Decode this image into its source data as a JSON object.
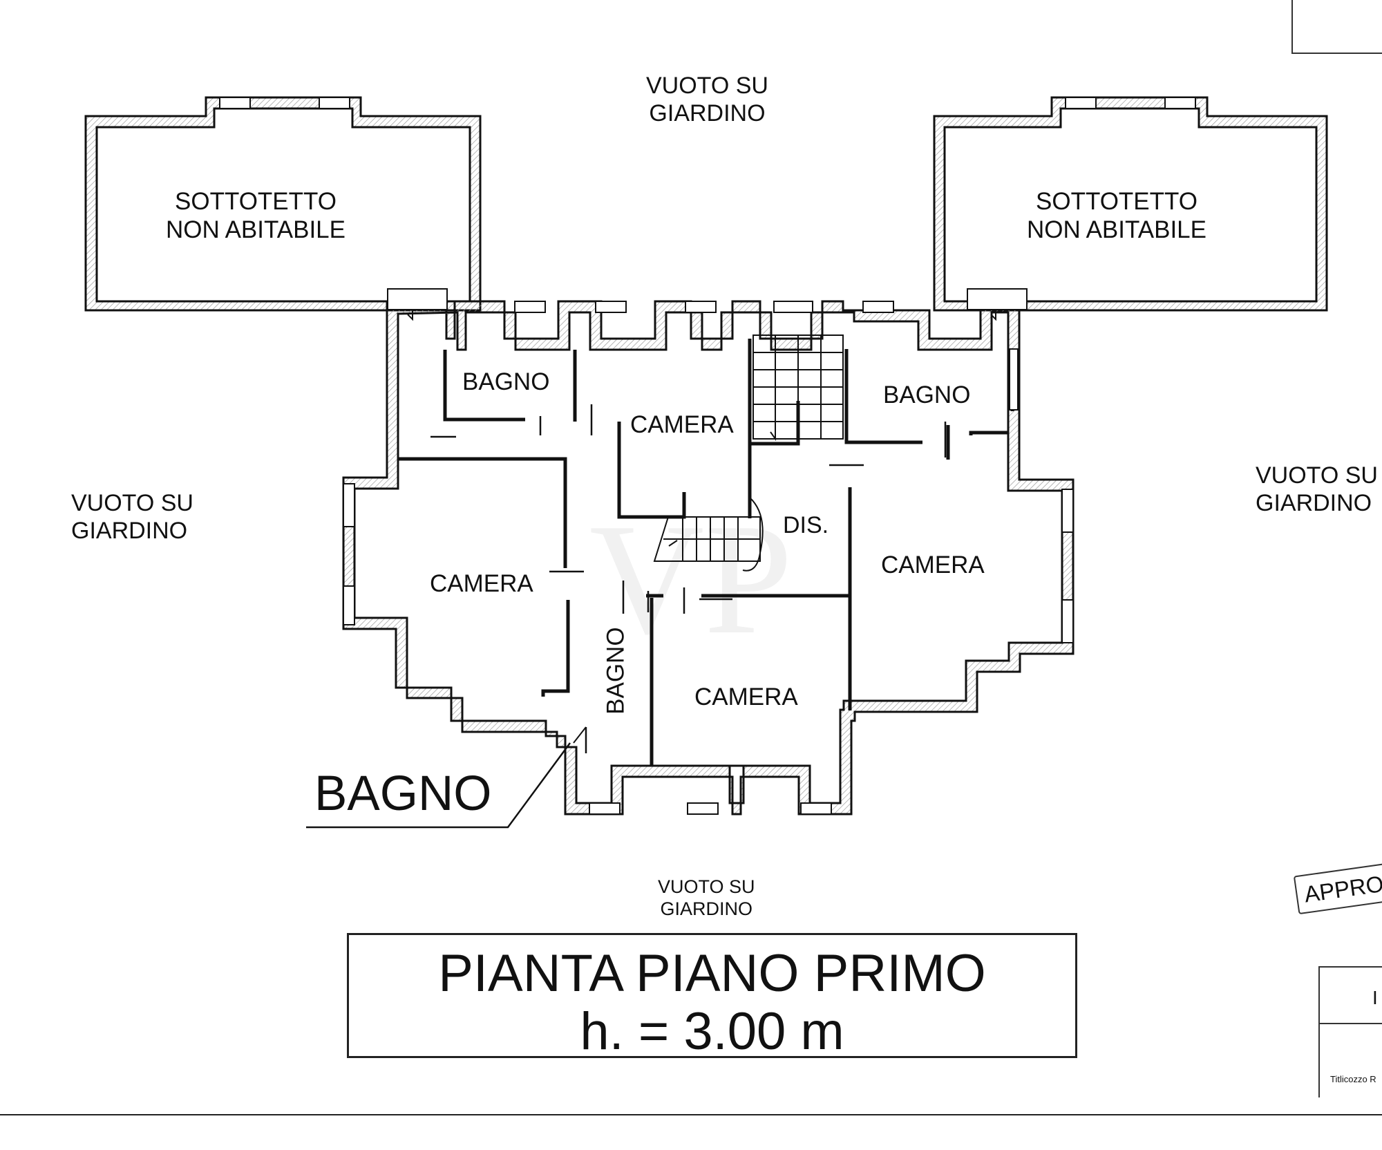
{
  "drawing": {
    "watermark": "VP",
    "rooms": {
      "attic_left_line1": "SOTTOTETTO",
      "attic_left_line2": "NON ABITABILE",
      "attic_right_line1": "SOTTOTETTO",
      "attic_right_line2": "NON ABITABILE",
      "bath_top_left": "BAGNO",
      "bed_top_center": "CAMERA",
      "bath_top_right": "BAGNO",
      "bed_left": "CAMERA",
      "hall": "DIS.",
      "bed_right": "CAMERA",
      "bath_center_vertical": "BAGNO",
      "bed_bottom": "CAMERA"
    },
    "voids": {
      "top_line1": "VUOTO SU",
      "top_line2": "GIARDINO",
      "left_line1": "VUOTO SU",
      "left_line2": "GIARDINO",
      "right_line1": "VUOTO SU",
      "right_line2": "GIARDINO",
      "bottom_line1": "VUOTO SU",
      "bottom_line2": "GIARDINO"
    },
    "callout": "BAGNO",
    "title_line1": "PIANTA PIANO PRIMO",
    "title_line2": "h. = 3.00 m",
    "stamp_text": "APPROV",
    "title_block_letter": "I",
    "title_block_small": "Titlicozzo R"
  }
}
